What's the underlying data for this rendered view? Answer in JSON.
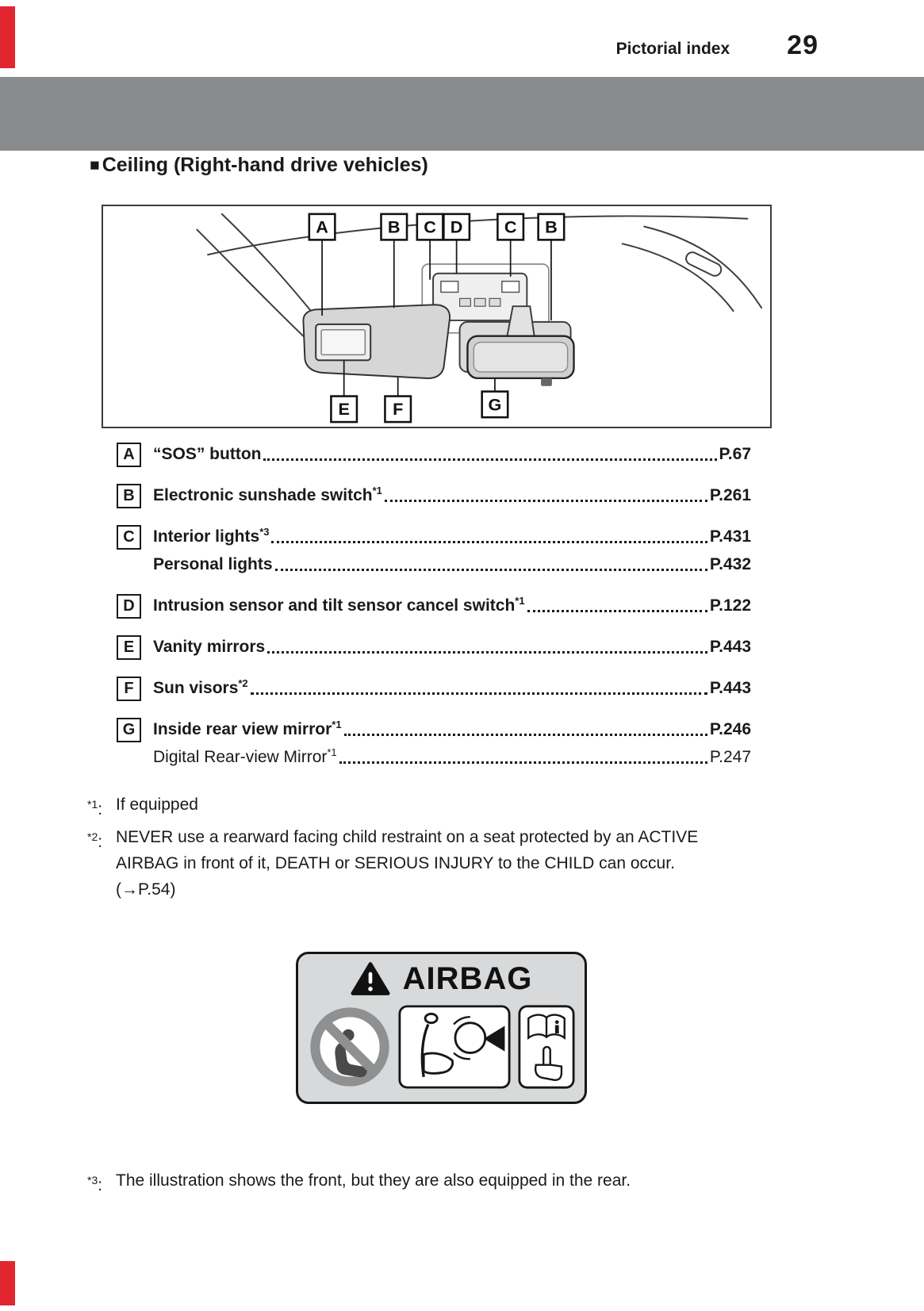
{
  "header": {
    "label": "Pictorial index",
    "page_number": "29"
  },
  "section": {
    "marker": "■",
    "title": "Ceiling (Right-hand drive vehicles)"
  },
  "diagram": {
    "callouts": {
      "top": [
        "A",
        "B",
        "C",
        "D",
        "C",
        "B"
      ],
      "bottom": [
        "E",
        "F",
        "G"
      ]
    }
  },
  "index": [
    {
      "letter": "A",
      "lines": [
        {
          "text": "“SOS” button",
          "sup": "",
          "page": "P.67"
        }
      ]
    },
    {
      "letter": "B",
      "lines": [
        {
          "text": "Electronic sunshade switch",
          "sup": "*1",
          "page": "P.261"
        }
      ]
    },
    {
      "letter": "C",
      "lines": [
        {
          "text": "Interior lights",
          "sup": "*3",
          "page": "P.431"
        },
        {
          "text": "Personal lights",
          "sup": "",
          "page": "P.432"
        }
      ]
    },
    {
      "letter": "D",
      "lines": [
        {
          "text": "Intrusion sensor and tilt sensor cancel switch",
          "sup": "*1",
          "page": "P.122"
        }
      ]
    },
    {
      "letter": "E",
      "lines": [
        {
          "text": "Vanity mirrors",
          "sup": "",
          "page": "P.443"
        }
      ]
    },
    {
      "letter": "F",
      "lines": [
        {
          "text": "Sun visors",
          "sup": "*2",
          "page": "P.443"
        }
      ]
    },
    {
      "letter": "G",
      "lines": [
        {
          "text": "Inside rear view mirror",
          "sup": "*1",
          "page": "P.246"
        },
        {
          "text": "Digital Rear-view Mirror",
          "sup": "*1",
          "page": "P.247"
        }
      ]
    }
  ],
  "footnotes": [
    {
      "sup": "*1",
      "colon": ":",
      "text": "If equipped"
    },
    {
      "sup": "*2",
      "colon": ":",
      "text": "NEVER use a rearward facing child restraint on a seat protected by an ACTIVE\nAIRBAG in front of it, DEATH or SERIOUS INJURY to the CHILD can occur.\n(→P.54)"
    }
  ],
  "airbag_label": {
    "title": "AIRBAG"
  },
  "bottom_note": {
    "sup": "*3",
    "colon": ":",
    "text": "The illustration shows the front, but they are also equipped in the rear."
  }
}
